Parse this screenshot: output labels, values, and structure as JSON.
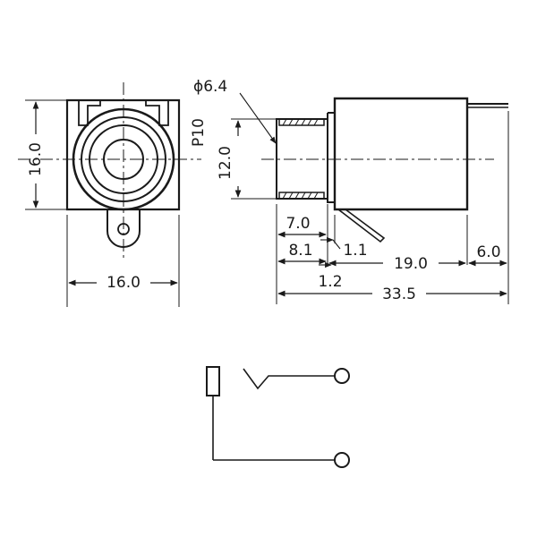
{
  "front_view": {
    "width_label": "16.0",
    "height_label": "16.0"
  },
  "side_view": {
    "diameter_label": "ϕ6.4",
    "thread_label": "P10",
    "height_label": "12.0",
    "dims": {
      "d_7_0": "7.0",
      "d_8_1": "8.1",
      "d_1_1": "1.1",
      "d_19_0": "19.0",
      "d_6_0": "6.0",
      "d_1_2": "1.2",
      "d_33_5": "33.5"
    }
  },
  "colors": {
    "ink": "#1a1a1a",
    "background": "#ffffff"
  }
}
